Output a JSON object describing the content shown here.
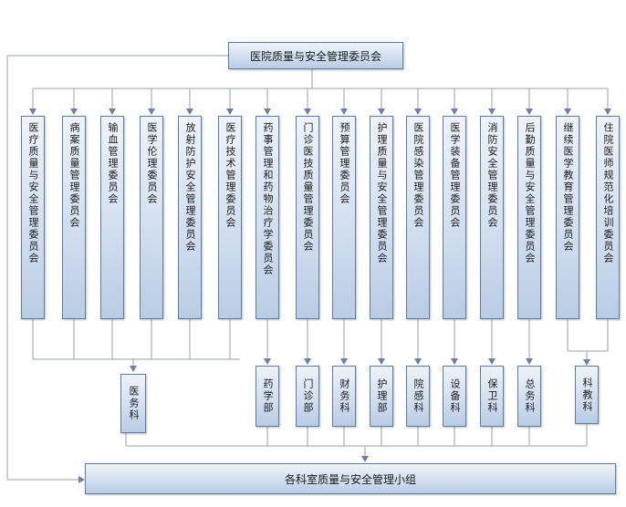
{
  "top": {
    "label": "医院质量与安全管理委员会"
  },
  "bottom": {
    "label": "各科室质量与安全管理小组"
  },
  "committees": [
    "医疗质量与安全管理委员会",
    "病案质量管理委员会",
    "输血管理委员会",
    "医学伦理委员会",
    "放射防护安全管理委员会",
    "医疗技术管理委员会",
    "药事管理和药物治疗学委员会",
    "门诊医技质量管理委员会",
    "预算管理委员会",
    "护理质量与安全管理委员会",
    "医院感染管理委员会",
    "医学装备管理委员会",
    "消防安全管理委员会",
    "后勤质量与安全管理委员会",
    "继续医学教育管理委员会",
    "住院医师规范化培训委员会"
  ],
  "departments": [
    "医务科",
    "药学部",
    "门诊部",
    "财务科",
    "护理部",
    "院感科",
    "设备科",
    "保卫科",
    "总务科",
    "科教科"
  ]
}
